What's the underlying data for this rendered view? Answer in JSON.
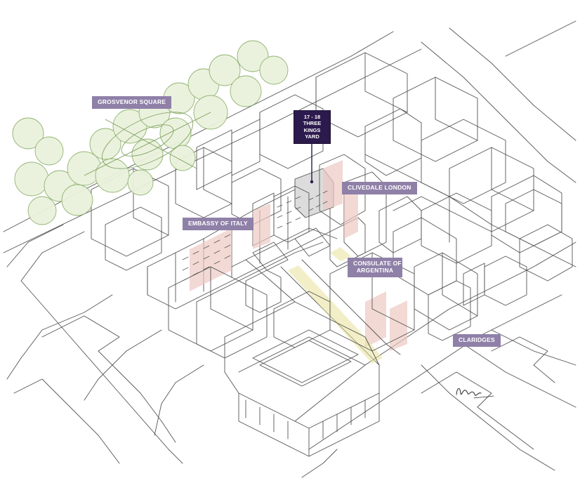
{
  "labels": {
    "grosvenor_square": "GROSVENOR SQUARE",
    "three_kings_yard": [
      "17 - 18",
      "THREE KINGS",
      "YARD"
    ],
    "clivedale_london": "CLIVEDALE LONDON",
    "embassy_of_italy": "EMBASSY OF ITALY",
    "consulate_of_argentina": [
      "CONSULATE OF",
      "ARGENTINA"
    ],
    "claridges": "CLARIDGES"
  },
  "colors": {
    "label_background": "#8f80a8",
    "highlight_background": "#2c1a4d",
    "label_text": "#ffffff",
    "trees": "#b8d59a",
    "ink": "#444444",
    "pink_facade": "#edc9c3",
    "yellow_highlight": "#e8e29a"
  }
}
